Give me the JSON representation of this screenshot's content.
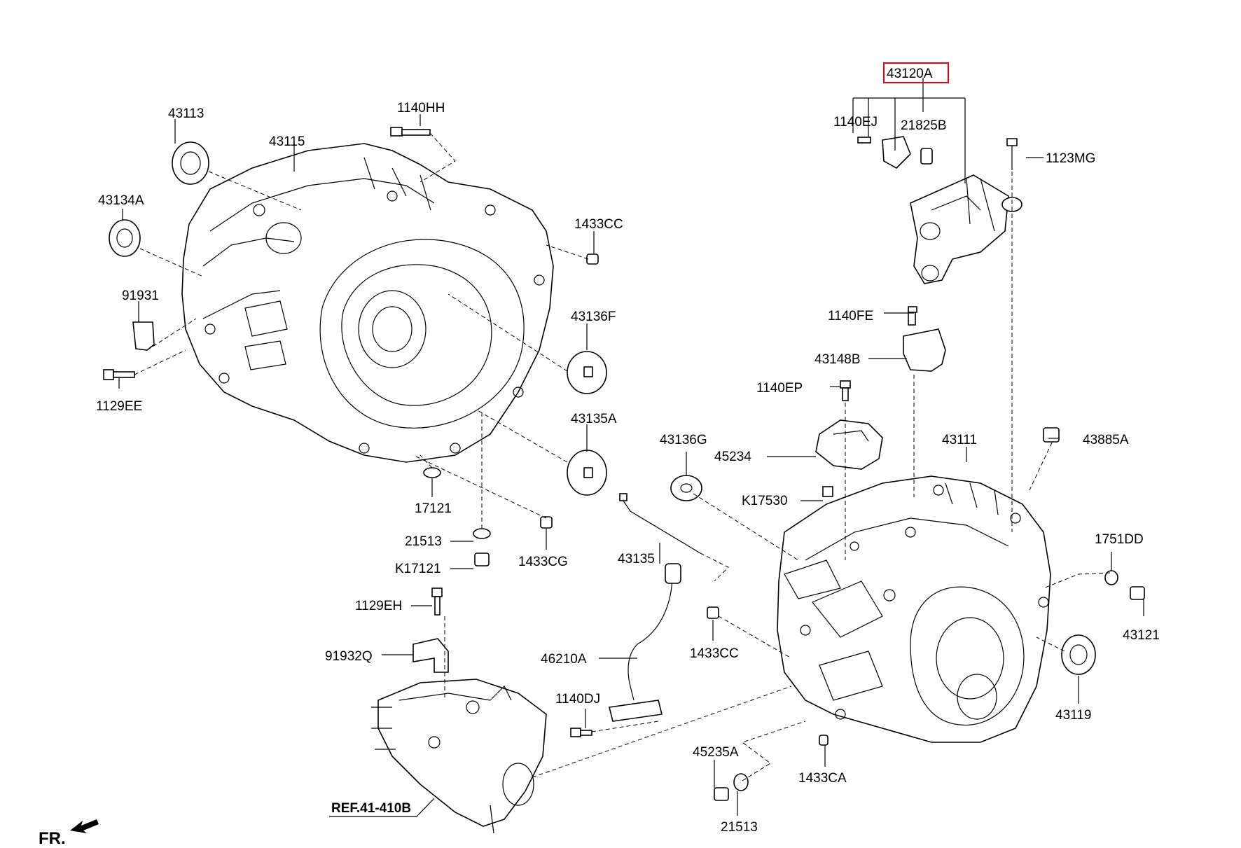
{
  "title_ref": "REF.41-410B",
  "direction_label": "FR.",
  "highlighted_part": "43120A",
  "parts": {
    "p43120A": "43120A",
    "p1140EJ": "1140EJ",
    "p21825B": "21825B",
    "p1123MG": "1123MG",
    "p43113": "43113",
    "p1140HH": "1140HH",
    "p43115": "43115",
    "p43134A": "43134A",
    "p1433CC_top": "1433CC",
    "p91931": "91931",
    "p43136F": "43136F",
    "p1129EE": "1129EE",
    "p1140FE": "1140FE",
    "p43148B": "43148B",
    "p1140EP": "1140EP",
    "p43135A": "43135A",
    "p43136G": "43136G",
    "p45234": "45234",
    "p43111": "43111",
    "p43885A": "43885A",
    "p17121": "17121",
    "pK17530": "K17530",
    "p21513_top": "21513",
    "p1751DD": "1751DD",
    "pK17121": "K17121",
    "p1433CG": "1433CG",
    "p43135": "43135",
    "p1129EH": "1129EH",
    "p43121": "43121",
    "p1433CC_mid": "1433CC",
    "p91932Q": "91932Q",
    "p46210A": "46210A",
    "p43119": "43119",
    "p1140DJ": "1140DJ",
    "p45235A": "45235A",
    "p1433CA": "1433CA",
    "p21513_bot": "21513"
  },
  "colors": {
    "highlight": "#e0001b",
    "ink": "#000000",
    "background": "#ffffff"
  },
  "icons": {
    "direction": "arrow-icon"
  }
}
